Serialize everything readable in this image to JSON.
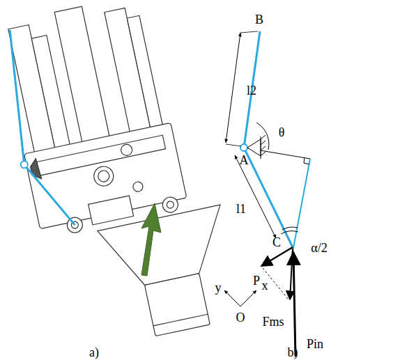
{
  "diagram": {
    "labels": [
      "B",
      "l2",
      "θ",
      "A",
      "l1",
      "C",
      "α/2",
      "P",
      "Fms",
      "Pin",
      "y",
      "x",
      "O",
      "a)",
      "b)"
    ]
  }
}
